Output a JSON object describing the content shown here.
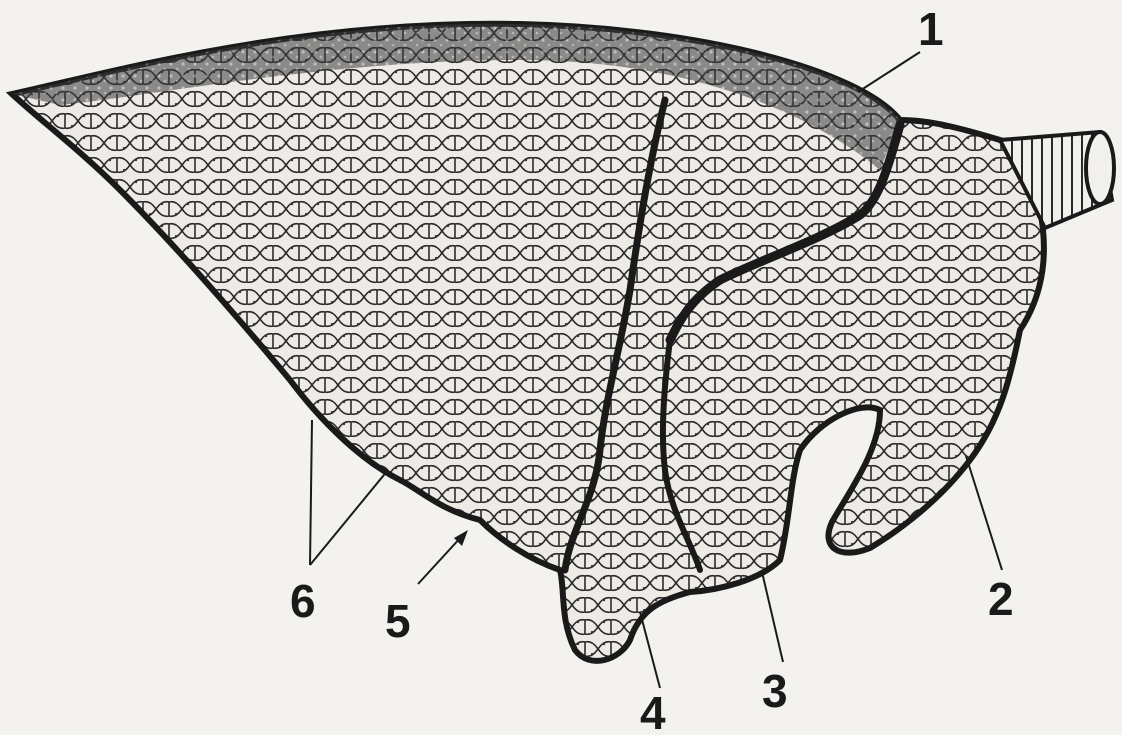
{
  "callouts": [
    {
      "id": "1",
      "text": "1"
    },
    {
      "id": "2",
      "text": "2"
    },
    {
      "id": "3",
      "text": "3"
    },
    {
      "id": "4",
      "text": "4"
    },
    {
      "id": "5",
      "text": "5"
    },
    {
      "id": "6",
      "text": "6"
    }
  ],
  "colors": {
    "paper": "#f4f2ef",
    "ink": "#1a1a1a",
    "lobule_fill": "#e9e6e2"
  }
}
